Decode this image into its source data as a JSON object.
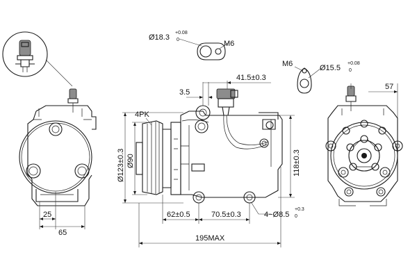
{
  "drawing": {
    "dims": {
      "hole_large": "Ø18.3",
      "hole_large_tol_upper": "+0.08",
      "hole_large_tol_lower": "0",
      "thread_top": "M6",
      "thread_side": "M6",
      "hole_small": "Ø15.5",
      "hole_small_tol_upper": "+0.08",
      "hole_small_tol_lower": "0",
      "offset_41": "41.5±0.3",
      "offset_3": "3.5",
      "offset_57": "57",
      "belt": "4PK",
      "dia_123": "Ø123±0.3",
      "dia_90": "Ø90",
      "height_118": "118±0.3",
      "left_25": "25",
      "left_65": "65",
      "bottom_62": "62±0.5",
      "bottom_70": "70.5±0.3",
      "mount_holes": "4−Ø8.5",
      "mount_tol_upper": "+0.3",
      "mount_tol_lower": "0",
      "overall": "195MAX"
    }
  }
}
